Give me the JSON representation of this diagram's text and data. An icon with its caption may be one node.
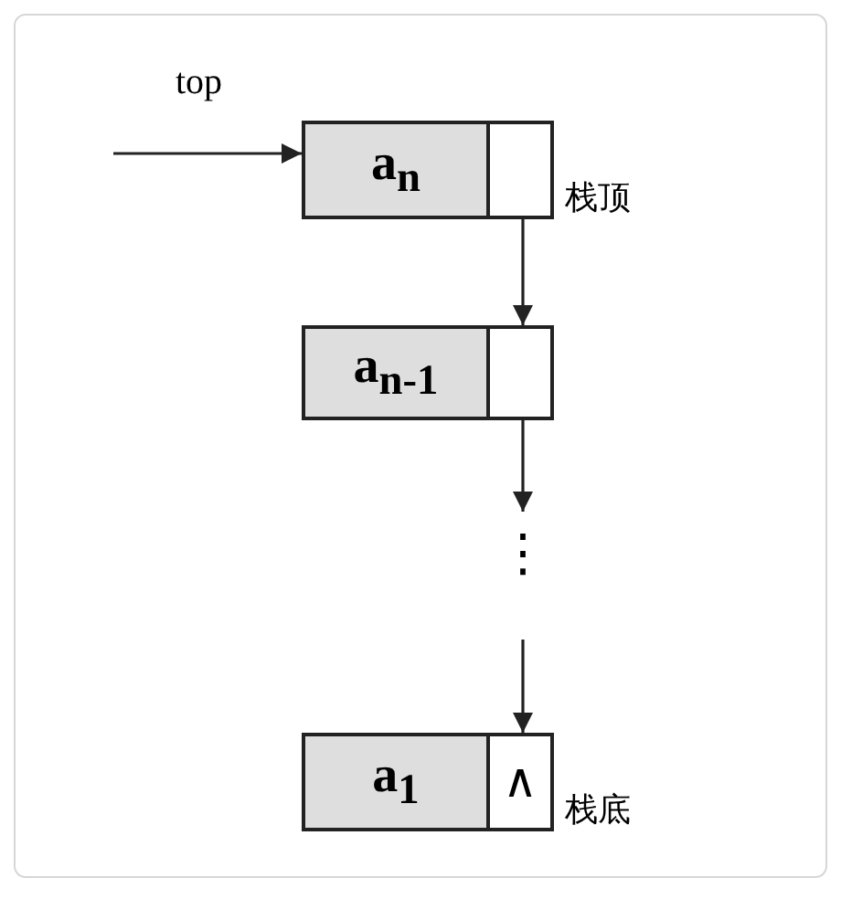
{
  "diagram": {
    "nodes": [
      {
        "text": [
          "a$_{n}$"
        ],
        "beside": [
          "栈顶"
        ]
      },
      {
        "text": [
          "a$_{n-1}$"
        ]
      },
      {
        "text": [
          "⋮"
        ]
      },
      {
        "text": [
          "a$_{1}$",
          "∧"
        ],
        "beside": [
          "栈底"
        ]
      }
    ],
    "edges": [
      {
        "from": null,
        "to": 0,
        "arrow": "to",
        "label": "top"
      },
      {
        "from": 0,
        "to": 1,
        "arrow": "to"
      },
      {
        "from": 1,
        "to": 2,
        "arrow": "to"
      },
      {
        "from": 2,
        "to": 3,
        "arrow": "to"
      }
    ]
  }
}
